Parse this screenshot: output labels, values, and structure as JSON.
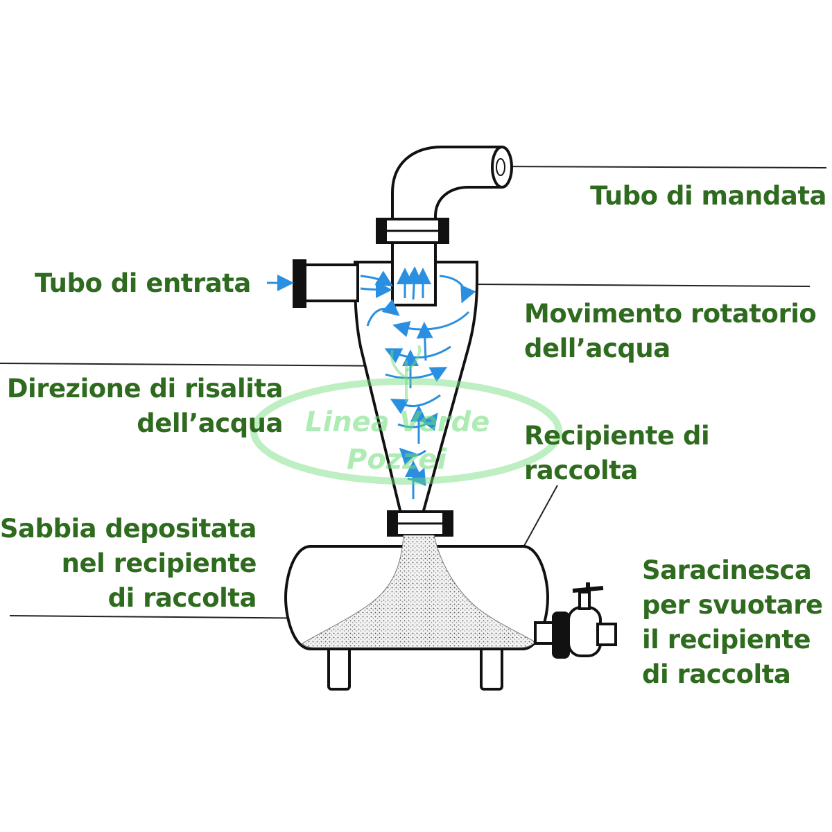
{
  "labels": {
    "tubo_mandata": "Tubo di mandata",
    "tubo_entrata": "Tubo di entrata",
    "movimento": [
      "Movimento rotatorio",
      "dell’acqua"
    ],
    "direzione": [
      "Direzione di risalita",
      "dell’acqua"
    ],
    "recipiente": [
      "Recipiente di",
      "raccolta"
    ],
    "sabbia": [
      "Sabbia depositata",
      "nel recipiente",
      "di raccolta"
    ],
    "saracinesca": [
      "Saracinesca",
      "per svuotare",
      "il recipiente",
      "di raccolta"
    ]
  },
  "watermark": [
    "Linea Verde",
    "Pozzei"
  ],
  "colors": {
    "label_text": "#2f6b1f",
    "outline": "#111111",
    "water_arrows": "#2a8fe0",
    "sand": "#8a8a8a",
    "watermark": "#6edc78"
  }
}
